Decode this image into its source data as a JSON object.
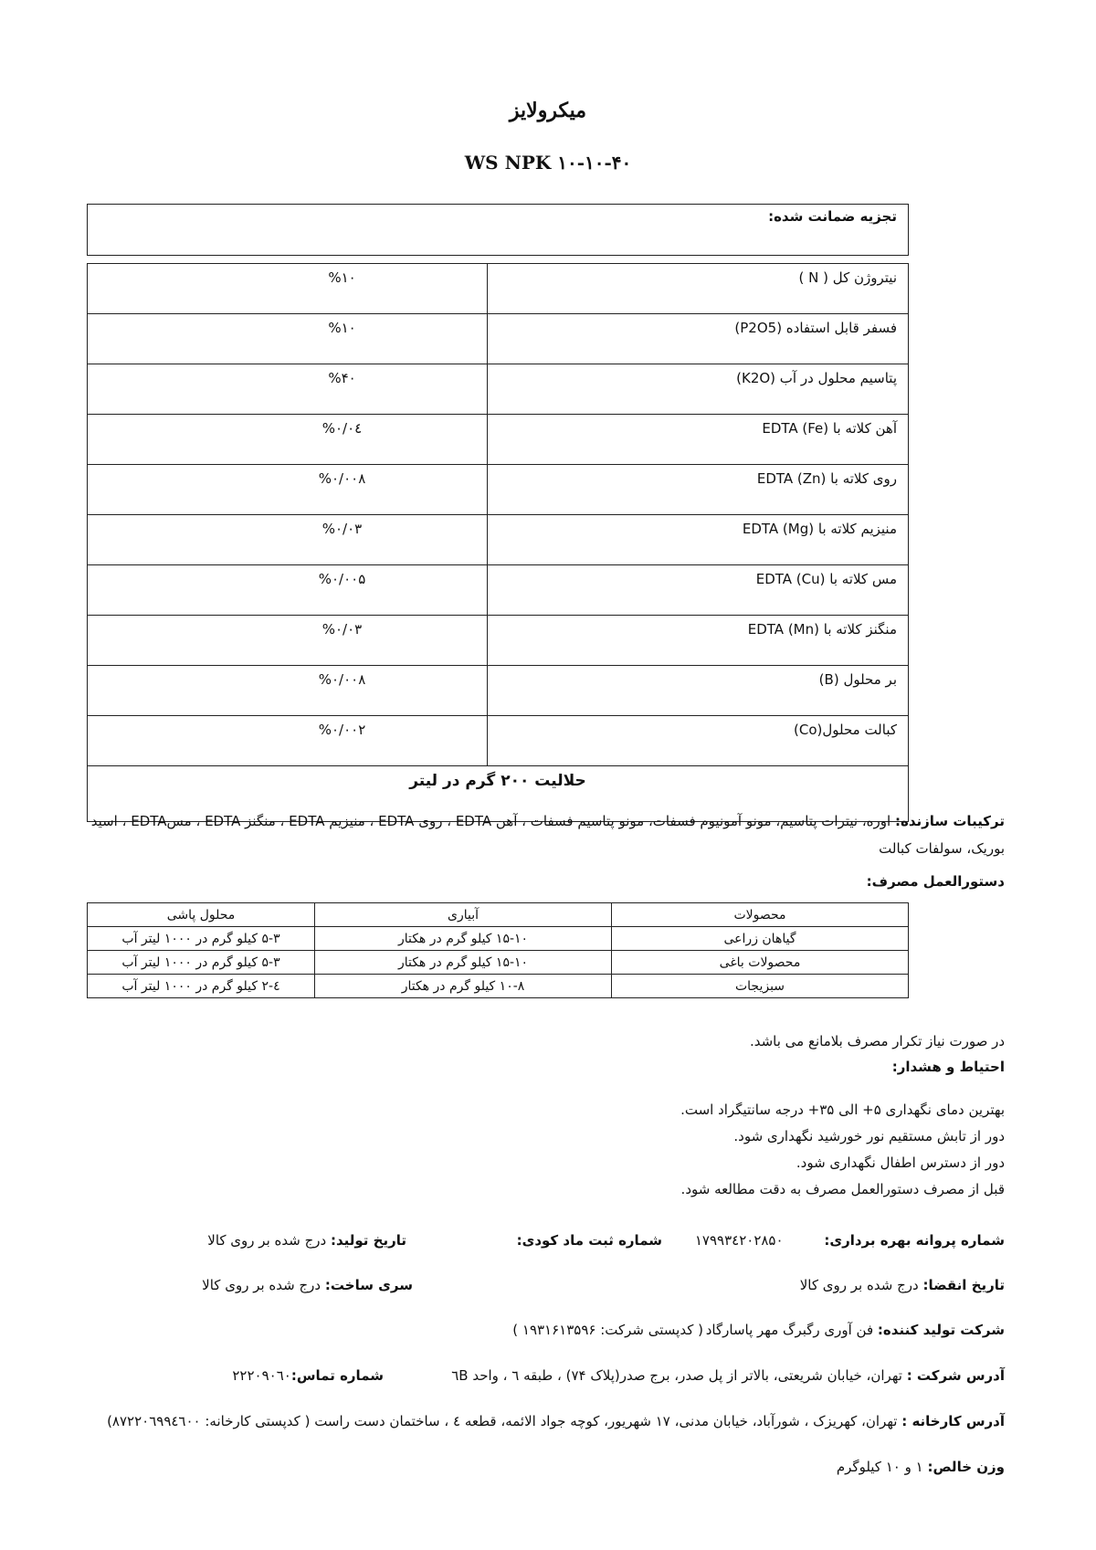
{
  "title": "میکرولایز",
  "subtitle": "WS NPK ۱۰-۱۰-۴۰",
  "guaranteed_label": "تجزیه ضمانت شده:",
  "composition": [
    {
      "name": "نیتروژن کل ( N )",
      "value": "%۱۰"
    },
    {
      "name": "فسفر قابل استفاده (P2O5)",
      "value": "%۱۰"
    },
    {
      "name": "پتاسیم محلول در آب (K2O)",
      "value": "%۴۰"
    },
    {
      "name": "آهن کلاته با EDTA (Fe)",
      "value": "%۰/۰٤"
    },
    {
      "name": "روی کلاته با EDTA (Zn)",
      "value": "%۰/۰۰۸"
    },
    {
      "name": "منیزیم کلاته با EDTA (Mg)",
      "value": "%۰/۰۳"
    },
    {
      "name": "مس کلاته با EDTA (Cu)",
      "value": "%۰/۰۰۵"
    },
    {
      "name": "منگنز کلاته با EDTA  (Mn)",
      "value": "%۰/۰۳"
    },
    {
      "name": "بر محلول (B)",
      "value": "%۰/۰۰۸"
    },
    {
      "name": "کبالت محلول(Co)",
      "value": "%۰/۰۰۲"
    }
  ],
  "solubility": "حلالیت ۲۰۰ گرم در لیتر",
  "ingredients_label": "ترکیبات سازنده:",
  "ingredients_text": " اوره، نیترات پتاسیم، مونو آمونیوم فسفات، مونو پتاسیم فسفات ، آهن EDTA ، روی EDTA ،  منیزیم EDTA ، منگنز EDTA ، مسEDTA ، اسید بوریک، سولفات کبالت",
  "usage_label": "دستورالعمل مصرف:",
  "usage_headers": [
    "محصولات",
    "آبیاری",
    "محلول پاشی"
  ],
  "usage_rows": [
    [
      "گیاهان زراعی",
      "۱۵-۱۰ کیلو گرم در هکتار",
      "۵-۳ کیلو گرم در ۱۰۰۰ لیتر آب"
    ],
    [
      "محصولات باغی",
      "۱۵-۱۰ کیلو گرم در هکتار",
      "۵-۳ کیلو گرم در ۱۰۰۰ لیتر آب"
    ],
    [
      "سبزیجات",
      "۱۰-۸  کیلو گرم در هکتار",
      "٤-۲ کیلو گرم در ۱۰۰۰ لیتر آب"
    ]
  ],
  "repeat_note": "در صورت نیاز تکرار مصرف بلامانع می باشد.",
  "warning_label": "احتیاط و هشدار:",
  "warnings": [
    "بهترین دمای نگهداری ۵+ الی ۳۵+ درجه سانتیگراد است.",
    "دور از تابش مستقیم نور خورشید نگهداری شود.",
    "دور از دسترس اطفال نگهداری شود.",
    "قبل از مصرف دستورالعمل مصرف به دقت مطالعه شود."
  ],
  "license_label": "شماره پروانه بهره برداری:",
  "license_value": "۱۷۹۹۳٤۲۰۲۸۵۰",
  "registration_label": "شماره ثبت ماد کودی:",
  "production_date_label": "تاریخ تولید:",
  "production_date_value": " درج شده بر روی کالا",
  "expiry_label": "تاریخ انقضا:",
  "expiry_value": " درج شده بر روی کالا",
  "batch_label": "سری ساخت:",
  "batch_value": " درج شده بر روی کالا",
  "manufacturer_label": "شرکت تولید کننده:",
  "manufacturer_value": " فن آوری رگبرگ مهر پاسارگاد",
  "postal_code": "( کدپستی شرکت:  ۱۹۳۱۶۱۳۵۹۶ )",
  "company_address_label": "آدرس شرکت :",
  "company_address_value": " تهران، خیابان  شریعتی، بالاتر از پل صدر، برج صدر(پلاک ۷۴) ، طبقه ٦ ، واحد  ٦B",
  "phone_label": "شماره تماس:",
  "phone_value": "۲۲۲۰۹۰٦۰",
  "factory_address_label": "آدرس کارخانه :",
  "factory_address_value": " تهران، کهریزک ، شورآباد، خیابان مدنی، ۱۷ شهریور، کوچه جواد الائمه، قطعه ٤ ، ساختمان دست راست  ( کدپستی کارخانه:  ۸۷۲۲۰٦۹۹٤٦۰۰)",
  "net_weight_label": "وزن خالص:",
  "net_weight_value": " ۱ و ۱۰  کیلوگرم"
}
